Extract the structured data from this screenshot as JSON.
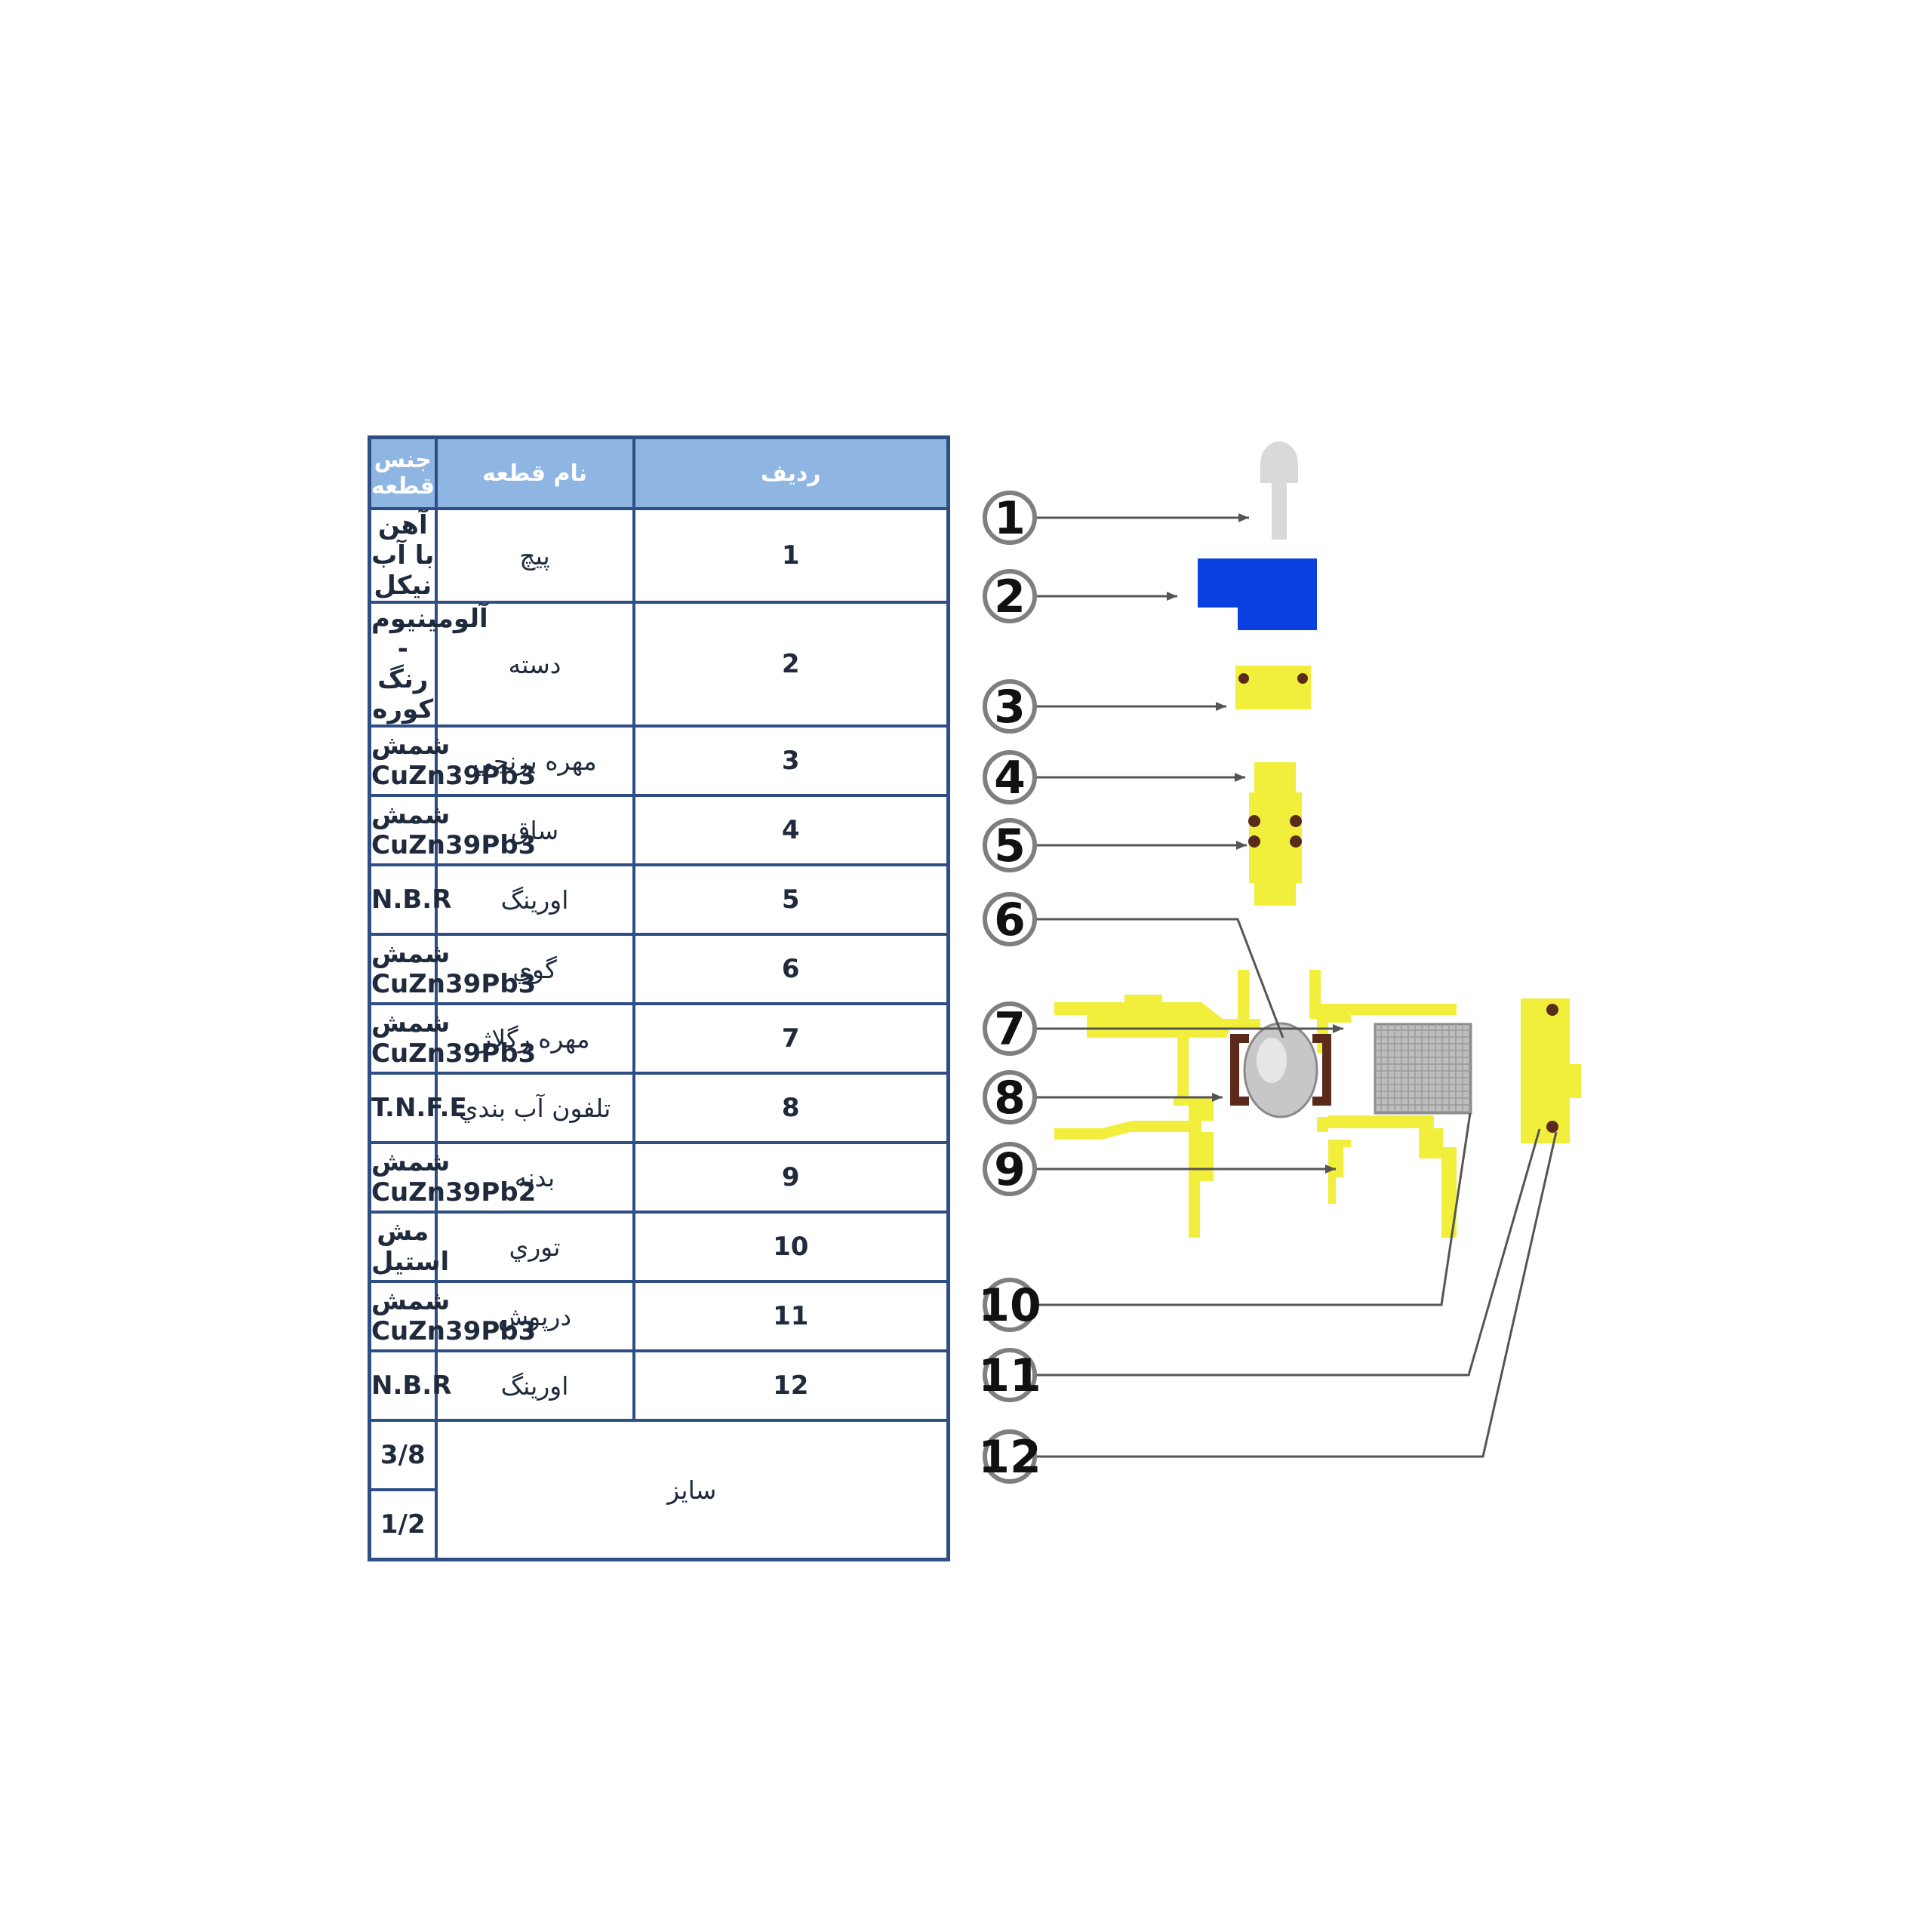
{
  "table": {
    "headers": {
      "row_no": "رديف",
      "part_name": "نام قطعه",
      "material": "جنس قطعه"
    },
    "rows": [
      {
        "no": "1",
        "name": "پيچ",
        "material": "آهن با آب نيكل"
      },
      {
        "no": "2",
        "name": "دسته",
        "material": "آلومينيوم - رنگ كوره"
      },
      {
        "no": "3",
        "name": "مهره برنجي",
        "material": "شمش CuZn39Pb3"
      },
      {
        "no": "4",
        "name": "ساق",
        "material": "شمش CuZn39Pb3"
      },
      {
        "no": "5",
        "name": "اورينگ",
        "material": "N.B.R"
      },
      {
        "no": "6",
        "name": "گوي",
        "material": "شمش CuZn39Pb3"
      },
      {
        "no": "7",
        "name": "مهره رگلاژ",
        "material": "شمش CuZn39Pb3"
      },
      {
        "no": "8",
        "name": "تلفون آب بندي",
        "material": "T.N.F.E"
      },
      {
        "no": "9",
        "name": "بدنه",
        "material": "شمش CuZn39Pb2"
      },
      {
        "no": "10",
        "name": "توري",
        "material": "مش استيل"
      },
      {
        "no": "11",
        "name": "درپوش",
        "material": "شمش CuZn39Pb3"
      },
      {
        "no": "12",
        "name": "اورينگ",
        "material": "N.B.R"
      }
    ],
    "size": {
      "label": "سايز",
      "values": [
        "3/8",
        "1/2"
      ]
    }
  },
  "diagram": {
    "callouts": [
      "1",
      "2",
      "3",
      "4",
      "5",
      "6",
      "7",
      "8",
      "9",
      "10",
      "11",
      "12"
    ],
    "colors": {
      "brass": "#f2ee3c",
      "handle": "#0a3fe0",
      "screw": "#d9d9d9",
      "seal": "#5a2a1a",
      "mesh": "#bdbdbd",
      "line": "#555555"
    }
  }
}
